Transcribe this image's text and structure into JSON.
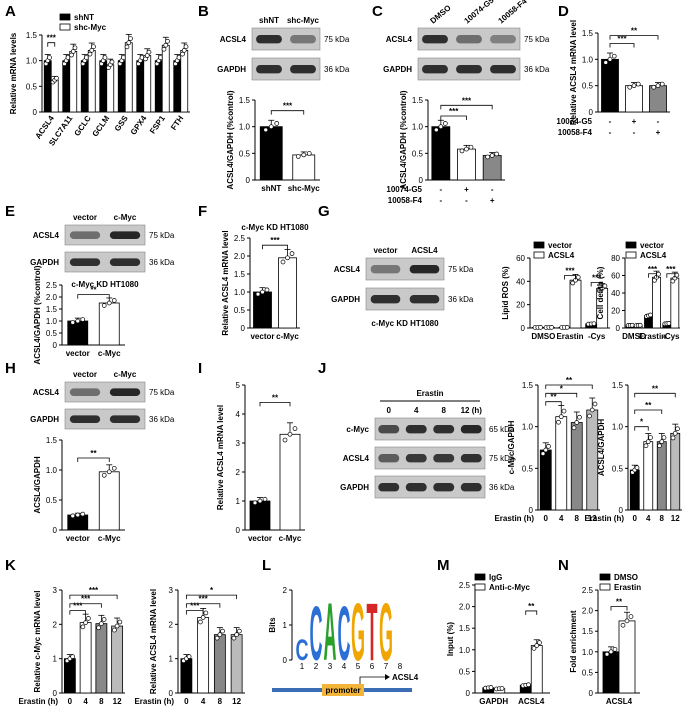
{
  "panels": {
    "A": {
      "label": "A"
    },
    "B": {
      "label": "B"
    },
    "C": {
      "label": "C"
    },
    "D": {
      "label": "D"
    },
    "E": {
      "label": "E"
    },
    "F": {
      "label": "F"
    },
    "G": {
      "label": "G"
    },
    "H": {
      "label": "H"
    },
    "I": {
      "label": "I"
    },
    "J": {
      "label": "J"
    },
    "K": {
      "label": "K"
    },
    "L": {
      "label": "L"
    },
    "M": {
      "label": "M"
    },
    "N": {
      "label": "N"
    }
  },
  "blots": {
    "B": {
      "cols": [
        "shNT",
        "shc-Myc"
      ],
      "rows": [
        {
          "name": "ACSL4",
          "kda": "75 kDa"
        },
        {
          "name": "GAPDH",
          "kda": "36 kDa"
        }
      ]
    },
    "C": {
      "cols": [
        "DMSO",
        "10074-G5",
        "10058-F4"
      ],
      "rows": [
        {
          "name": "ACSL4",
          "kda": "75 kDa"
        },
        {
          "name": "GAPDH",
          "kda": "36 kDa"
        }
      ]
    },
    "E": {
      "cols": [
        "vector",
        "c-Myc"
      ],
      "rows": [
        {
          "name": "ACSL4",
          "kda": "75 kDa"
        },
        {
          "name": "GAPDH",
          "kda": "36 kDa"
        }
      ],
      "caption": "c-Myc KD HT1080"
    },
    "G": {
      "cols": [
        "vector",
        "ACSL4"
      ],
      "rows": [
        {
          "name": "ACSL4",
          "kda": "75 kDa"
        },
        {
          "name": "GAPDH",
          "kda": "36 kDa"
        }
      ],
      "caption": "c-Myc KD HT1080"
    },
    "H": {
      "cols": [
        "vector",
        "c-Myc"
      ],
      "rows": [
        {
          "name": "ACSL4",
          "kda": "75 kDa"
        },
        {
          "name": "GAPDH",
          "kda": "36 kDa"
        }
      ]
    },
    "J": {
      "treat": "Erastin",
      "cols": [
        "0",
        "4",
        "8",
        "12 (h)"
      ],
      "rows": [
        {
          "name": "c-Myc",
          "kda": "65 kDa"
        },
        {
          "name": "ACSL4",
          "kda": "75 kDa"
        },
        {
          "name": "GAPDH",
          "kda": "36 kDa"
        }
      ]
    }
  },
  "motif": {
    "letters": "CCACGTG",
    "axis": "Bits",
    "yticks": [
      "0",
      "1",
      "2"
    ],
    "positions": [
      "1",
      "2",
      "3",
      "4",
      "5",
      "6",
      "7",
      "8"
    ],
    "promoter": "promoter",
    "gene": "ACSL4"
  },
  "chart_data": [
    {
      "id": "A",
      "type": "bar",
      "ylabel": "Relative mRNA levels",
      "ylim": [
        0,
        1.5
      ],
      "yticks": [
        "0",
        "0.5",
        "1.0",
        "1.5"
      ],
      "categories": [
        "ACSL4",
        "SLC7A11",
        "GCLC",
        "GCLM",
        "GSS",
        "GPX4",
        "FSP1",
        "FTH"
      ],
      "series": [
        {
          "name": "shNT",
          "values": [
            1,
            1,
            1,
            1,
            1,
            1,
            1,
            1
          ]
        },
        {
          "name": "shc-Myc",
          "values": [
            0.62,
            1.18,
            1.2,
            0.92,
            1.35,
            1.1,
            1.3,
            1.2
          ]
        }
      ],
      "sig": [
        {
          "text": "***"
        }
      ]
    },
    {
      "id": "B",
      "type": "bar",
      "ylabel": "ACSL4/GAPDH (%control)",
      "ylim": [
        0,
        1.5
      ],
      "yticks": [
        "0",
        "0.5",
        "1.0",
        "1.5"
      ],
      "categories": [
        "shNT",
        "shc-Myc"
      ],
      "values": [
        1,
        0.47
      ],
      "sig": [
        {
          "text": "***"
        }
      ]
    },
    {
      "id": "C",
      "type": "bar",
      "ylabel": "ACSL4/GAPDH (%control)",
      "ylim": [
        0,
        1.5
      ],
      "yticks": [
        "0",
        "0.5",
        "1.0",
        "1.5"
      ],
      "categories": [
        "-",
        "10074-G5",
        "10058-F4"
      ],
      "values": [
        1,
        0.58,
        0.46
      ],
      "rows": [
        {
          "name": "10074-G5",
          "marks": [
            "-",
            "+",
            "-"
          ]
        },
        {
          "name": "10058-F4",
          "marks": [
            "-",
            "-",
            "+"
          ]
        }
      ],
      "sig": [
        {
          "text": "***"
        },
        {
          "text": "***"
        }
      ]
    },
    {
      "id": "D",
      "type": "bar",
      "ylabel": "Relative ACSL4 mRNA level",
      "ylim": [
        0,
        1.5
      ],
      "yticks": [
        "0",
        "0.5",
        "1.0",
        "1.5"
      ],
      "categories": [
        "-",
        "10074-G5",
        "10058-F4"
      ],
      "values": [
        1,
        0.5,
        0.5
      ],
      "rows": [
        {
          "name": "10074-G5",
          "marks": [
            "-",
            "+",
            "-"
          ]
        },
        {
          "name": "10058-F4",
          "marks": [
            "-",
            "-",
            "+"
          ]
        }
      ],
      "sig": [
        {
          "text": "***"
        },
        {
          "text": "**"
        }
      ]
    },
    {
      "id": "E",
      "type": "bar",
      "ylabel": "ACSL4/GAPDH (%control)",
      "ylim": [
        0,
        2.5
      ],
      "yticks": [
        "0",
        "0.5",
        "1.0",
        "1.5",
        "2.0",
        "2.5"
      ],
      "categories": [
        "vector",
        "c-Myc"
      ],
      "values": [
        1,
        1.75
      ],
      "sig": [
        {
          "text": "**"
        }
      ]
    },
    {
      "id": "F",
      "type": "bar",
      "title": "c-Myc KD HT1080",
      "ylabel": "Relative ACSL4 mRNA level",
      "ylim": [
        0,
        2.5
      ],
      "yticks": [
        "0",
        "0.5",
        "1.0",
        "1.5",
        "2.0",
        "2.5"
      ],
      "categories": [
        "vector",
        "c-Myc"
      ],
      "values": [
        1,
        1.95
      ],
      "sig": [
        {
          "text": "***"
        }
      ]
    },
    {
      "id": "G1",
      "type": "bar",
      "ylabel": "Lipid ROS (%)",
      "ylim": [
        0,
        60
      ],
      "yticks": [
        "0",
        "20",
        "40",
        "60"
      ],
      "categories": [
        "DMSO",
        "Erastin",
        "-Cys"
      ],
      "series": [
        {
          "name": "vector",
          "values": [
            0.5,
            0.5,
            3.5
          ]
        },
        {
          "name": "ACSL4",
          "values": [
            0.5,
            41,
            34
          ]
        }
      ],
      "sig": [
        {
          "text": "***"
        },
        {
          "text": "***"
        }
      ]
    },
    {
      "id": "G2",
      "type": "bar",
      "ylabel": "Cell death (%)",
      "ylim": [
        0,
        80
      ],
      "yticks": [
        "0",
        "20",
        "40",
        "60",
        "80"
      ],
      "categories": [
        "DMSO",
        "Erastin",
        "-Cys"
      ],
      "series": [
        {
          "name": "vector",
          "values": [
            3,
            14,
            5
          ]
        },
        {
          "name": "ACSL4",
          "values": [
            3,
            58,
            57
          ]
        }
      ],
      "sig": [
        {
          "text": "***"
        },
        {
          "text": "***"
        }
      ]
    },
    {
      "id": "H",
      "type": "bar",
      "ylabel": "ACSL4/GAPDH",
      "ylim": [
        0,
        1.5
      ],
      "yticks": [
        "0",
        "0.5",
        "1.0",
        "1.5"
      ],
      "categories": [
        "vector",
        "c-Myc"
      ],
      "values": [
        0.25,
        0.97
      ],
      "sig": [
        {
          "text": "**"
        }
      ]
    },
    {
      "id": "I",
      "type": "bar",
      "ylabel": "Relative ACSL4 mRNA level",
      "ylim": [
        0,
        5
      ],
      "yticks": [
        "0",
        "1",
        "2",
        "3",
        "4",
        "5"
      ],
      "categories": [
        "vector",
        "c-Myc"
      ],
      "values": [
        1,
        3.3
      ],
      "sig": [
        {
          "text": "**"
        }
      ]
    },
    {
      "id": "J1",
      "type": "bar",
      "ylabel": "c-Myc/GAPDH",
      "xlabel": "Erastin (h)",
      "ylim": [
        0,
        1.5
      ],
      "yticks": [
        "0",
        "0.5",
        "1.0",
        "1.5"
      ],
      "categories": [
        "0",
        "4",
        "8",
        "12"
      ],
      "values": [
        0.72,
        1.12,
        1.05,
        1.2
      ],
      "sig": [
        {
          "text": "**"
        },
        {
          "text": "*"
        },
        {
          "text": "**"
        }
      ]
    },
    {
      "id": "J2",
      "type": "bar",
      "ylabel": "ACSL4/GAPDH",
      "xlabel": "Erastin (h)",
      "ylim": [
        0,
        1.5
      ],
      "yticks": [
        "0",
        "0.5",
        "1.0",
        "1.5"
      ],
      "categories": [
        "0",
        "4",
        "8",
        "12"
      ],
      "values": [
        0.48,
        0.82,
        0.82,
        0.92
      ],
      "sig": [
        {
          "text": "*"
        },
        {
          "text": "**"
        },
        {
          "text": "**"
        }
      ]
    },
    {
      "id": "K1",
      "type": "bar",
      "ylabel": "Relative c-Myc mRNA level",
      "xlabel": "Erastin (h)",
      "ylim": [
        0,
        3
      ],
      "yticks": [
        "0",
        "1",
        "2",
        "3"
      ],
      "categories": [
        "0",
        "4",
        "8",
        "12"
      ],
      "values": [
        1,
        2.05,
        2.02,
        1.95
      ],
      "sig": [
        {
          "text": "***"
        },
        {
          "text": "***"
        },
        {
          "text": "***"
        }
      ]
    },
    {
      "id": "K2",
      "type": "bar",
      "ylabel": "Relative ACSL4 mRNA level",
      "xlabel": "Erastin (h)",
      "ylim": [
        0,
        3
      ],
      "yticks": [
        "0",
        "1",
        "2",
        "3"
      ],
      "categories": [
        "0",
        "4",
        "8",
        "12"
      ],
      "values": [
        1,
        2.2,
        1.7,
        1.7
      ],
      "sig": [
        {
          "text": "***"
        },
        {
          "text": "***"
        },
        {
          "text": "*"
        }
      ]
    },
    {
      "id": "M",
      "type": "bar",
      "ylabel": "Input (%)",
      "ylim": [
        0,
        2.5
      ],
      "yticks": [
        "0",
        "0.5",
        "1.0",
        "1.5",
        "2.0",
        "2.5"
      ],
      "categories": [
        "GAPDH",
        "ACSL4"
      ],
      "series": [
        {
          "name": "IgG",
          "values": [
            0.12,
            0.18
          ]
        },
        {
          "name": "Anti-c-Myc",
          "values": [
            0.1,
            1.1
          ]
        }
      ],
      "sig": [
        {
          "text": "**"
        }
      ]
    },
    {
      "id": "N",
      "type": "bar",
      "ylabel": "Fold enrichment",
      "ylim": [
        0,
        2.5
      ],
      "yticks": [
        "0",
        "0.5",
        "1.0",
        "1.5",
        "2.0",
        "2.5"
      ],
      "categories": [
        "ACSL4"
      ],
      "series": [
        {
          "name": "DMSO",
          "values": [
            1
          ]
        },
        {
          "name": "Erastin",
          "values": [
            1.75
          ]
        }
      ],
      "sig": [
        {
          "text": "**"
        }
      ]
    }
  ]
}
